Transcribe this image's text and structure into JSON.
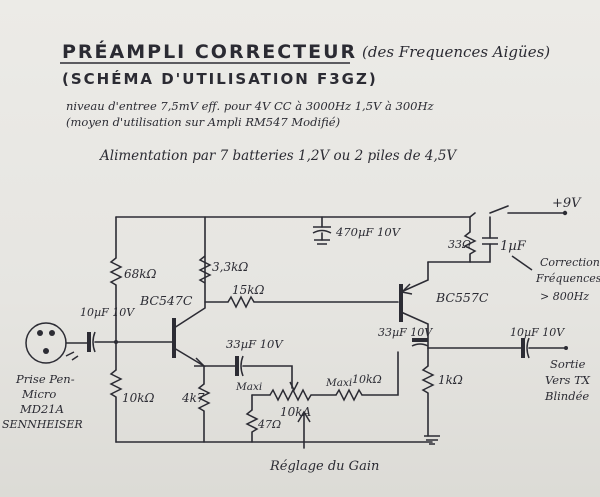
{
  "header": {
    "title": "PRÉAMPLI CORRECTEUR",
    "title_note": "(des Frequences Aigües)",
    "subtitle": "(SCHÉMA D'UTILISATION F3GZ)",
    "line1": "niveau d'entree 7,5mV eff. pour 4V CC à 3000Hz 1,5V à 300Hz",
    "line2": "(moyen d'utilisation sur Ampli RM547 Modifié)",
    "line3": "Alimentation par 7 batteries 1,2V ou 2 piles de 4,5V"
  },
  "components": {
    "r_68k": "68kΩ",
    "r_3k3": "3,3kΩ",
    "r_15k": "15kΩ",
    "r_10k_left": "10kΩ",
    "r_4k7": "4k7",
    "r_47": "47Ω",
    "r_1k": "1kΩ",
    "r_33": "33Ω",
    "pot": "10kA",
    "pot_max_left": "Maxi",
    "pot_max_right": "Maxi",
    "r_10k_right": "10kΩ",
    "c_in": "10µF 10V",
    "c_470": "470µF 10V",
    "c_33": "33µF 10V",
    "c_33b": "33µF 10V",
    "c_1": "1µF",
    "c_out": "10µF 10V",
    "q1": "BC547C",
    "q2": "BC557C",
    "vcc": "+9V"
  },
  "notes": {
    "input": [
      "Prise Pen-",
      "Micro",
      "MD21A",
      "SENNHEISER"
    ],
    "correction": [
      "Correction",
      "Fréquences",
      "> 800Hz"
    ],
    "output": [
      "Sortie",
      "Vers TX",
      "Blindée"
    ],
    "gain": "Réglage du Gain"
  }
}
